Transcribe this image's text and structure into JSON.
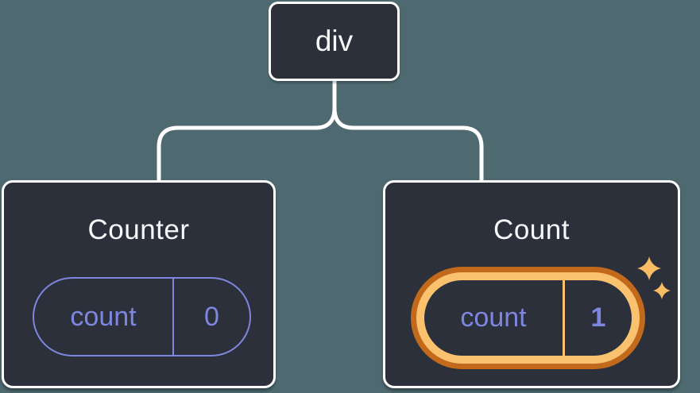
{
  "diagram": {
    "root_node": {
      "label": "div"
    },
    "cards": [
      {
        "title": "Counter",
        "state": {
          "name": "count",
          "value": "0"
        },
        "highlighted": false
      },
      {
        "title": "Count",
        "state": {
          "name": "count",
          "value": "1"
        },
        "highlighted": true
      }
    ]
  },
  "colors": {
    "background": "#4E6A70",
    "node_fill": "#2B303A",
    "node_border": "#FFFFFF",
    "connector_line": "#FFFFFF",
    "title_text": "#F6F7F9",
    "state_accent_purple": "#7E86E0",
    "highlight_ring_outer": "#C2691C",
    "highlight_ring_inner": "#FAC26F",
    "sparkle_gold": "#F7BC64"
  }
}
